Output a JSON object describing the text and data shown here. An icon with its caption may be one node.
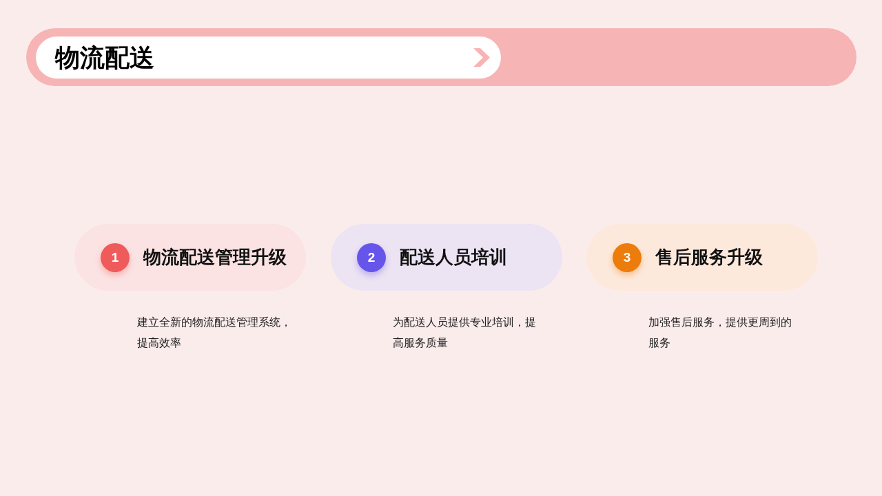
{
  "diagram": {
    "title": "物流配送",
    "nodes": [
      {
        "text": [
          "物流配送管理升级"
        ],
        "beside": [
          "建立全新的物流配送管理系统，提高效率"
        ]
      },
      {
        "text": [
          "1"
        ],
        "in": 0
      },
      {
        "text": [
          "配送人员培训"
        ],
        "beside": [
          "为配送人员提供专业培训，提高服务质量"
        ]
      },
      {
        "text": [
          "2"
        ],
        "in": 2
      },
      {
        "text": [
          "售后服务升级"
        ],
        "beside": [
          "加强售后服务，提供更周到的服务"
        ]
      },
      {
        "text": [
          "3"
        ],
        "in": 4
      }
    ]
  }
}
